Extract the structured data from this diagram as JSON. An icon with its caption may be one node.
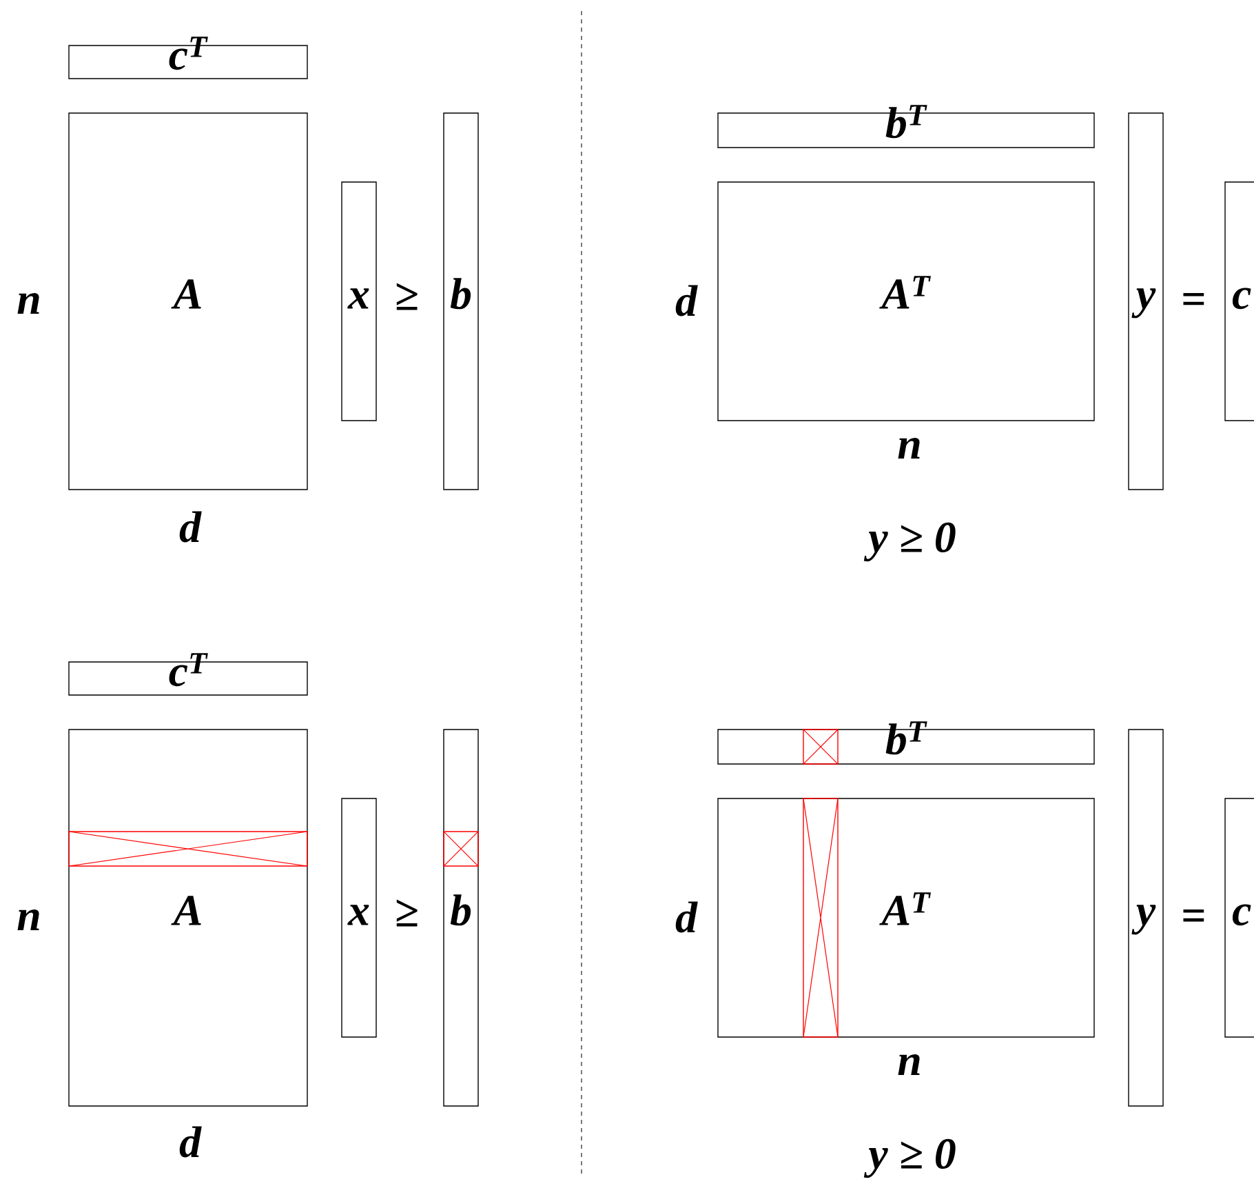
{
  "diagram": {
    "nodes": [
      {
        "text": [
          "c$^{T}$"
        ]
      },
      {
        "text": [
          "A"
        ],
        "beside": [
          "n",
          "d"
        ]
      },
      {
        "text": [
          "x"
        ]
      },
      {
        "text": [
          "b"
        ]
      },
      {
        "text": [
          "b$^{T}$"
        ]
      },
      {
        "text": [
          "A$^{T}$"
        ],
        "beside": [
          "d",
          "n"
        ]
      },
      {
        "text": [
          "y"
        ]
      },
      {
        "text": [
          "c"
        ]
      },
      {
        "text": [
          "c$^{T}$"
        ]
      },
      {
        "text": [
          "A"
        ],
        "beside": [
          "n",
          "d"
        ]
      },
      {
        "text": [],
        "shape": "box",
        "in": 9
      },
      {
        "text": [
          "x"
        ]
      },
      {
        "text": [
          "b"
        ]
      },
      {
        "text": [],
        "shape": "box",
        "in": 12
      },
      {
        "text": [
          "b$^{T}$"
        ]
      },
      {
        "text": [],
        "shape": "box",
        "in": 14
      },
      {
        "text": [
          "A$^{T}$"
        ],
        "beside": [
          "d",
          "n"
        ]
      },
      {
        "text": [],
        "shape": "box",
        "in": 16
      },
      {
        "text": [
          "y"
        ]
      },
      {
        "text": [
          "c"
        ]
      }
    ],
    "labels": [
      "≥",
      "=",
      "y ≥ 0",
      "≥",
      "=",
      "y ≥ 0"
    ]
  }
}
